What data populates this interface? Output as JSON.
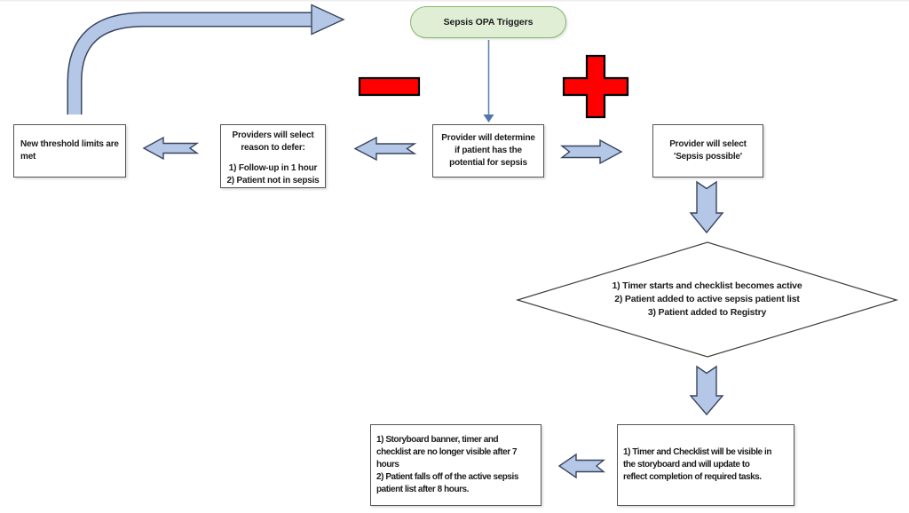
{
  "colors": {
    "arrow_fill": "#b4c7e7",
    "arrow_outline": "#39455f",
    "signal_red": "#fe0000",
    "start_fill": "#e0eed6",
    "start_border": "#84b969",
    "connector_blue": "#5b82b5",
    "box_border": "#545454"
  },
  "symbols": {
    "negative": "minus-sign",
    "positive": "plus-sign"
  },
  "nodes": {
    "start": {
      "label": "Sepsis OPA Triggers"
    },
    "new_threshold": {
      "lines": [
        "New threshold limits are",
        "met"
      ]
    },
    "defer": {
      "heading": [
        "Providers will select",
        "reason to defer:"
      ],
      "items": [
        "1) Follow-up in 1 hour",
        "2) Patient not in sepsis"
      ]
    },
    "determine": {
      "lines": [
        "Provider will determine",
        "if patient has the",
        "potential for sepsis"
      ]
    },
    "select_possible": {
      "lines": [
        "Provider will select",
        "'Sepsis possible'"
      ]
    },
    "activation": {
      "lines": [
        "1) Timer starts and checklist becomes active",
        "2) Patient added to active sepsis patient list",
        "3) Patient added to Registry"
      ]
    },
    "storyboard_visible": {
      "lines": [
        "1) Timer and Checklist will be visible in",
        "the storyboard and will update to",
        "reflect completion of required tasks."
      ]
    },
    "storyboard_timeout": {
      "lines": [
        "1) Storyboard banner, timer and",
        "checklist are no longer visible after 7",
        "hours",
        "2) Patient falls off of the active sepsis",
        "patient list after 8 hours."
      ]
    }
  }
}
